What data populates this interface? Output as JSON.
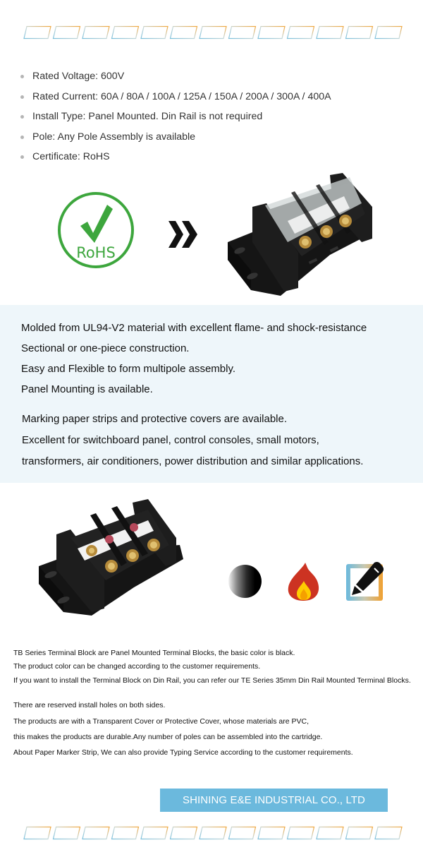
{
  "decorations": {
    "parallelogram_count": 13,
    "gradient_from": "#7cc0dc",
    "gradient_to": "#f0a840"
  },
  "specs": [
    {
      "label": "Rated Voltage: 600V"
    },
    {
      "label": "Rated Current: 60A / 80A / 100A / 125A / 150A / 200A / 300A / 400A"
    },
    {
      "label": "Install Type: Panel Mounted. Din Rail is not required"
    },
    {
      "label": "Pole: Any Pole Assembly is available"
    },
    {
      "label": "Certificate: RoHS"
    }
  ],
  "certification": {
    "badge_text": "RoHS",
    "badge_color": "#3da63d",
    "icon": "rohs-check-icon",
    "arrow_icon": "double-chevron-right-icon"
  },
  "features": {
    "lines": [
      "Molded from UL94-V2 material with excellent flame- and shock-resistance",
      "Sectional or one-piece construction.",
      "Easy and Flexible to form multipole assembly.",
      "Panel Mounting is available."
    ],
    "applications": [
      "Marking paper strips and protective covers are available.",
      "Excellent for switchboard panel, control consoles, small motors,",
      "transformers, air conditioners, power distribution and similar applications."
    ],
    "background": "#eef6fa"
  },
  "feature_icons": [
    {
      "name": "black-color-icon",
      "meaning": "basic color black"
    },
    {
      "name": "flame-icon",
      "meaning": "flame resistance"
    },
    {
      "name": "edit-icon",
      "meaning": "customizable"
    }
  ],
  "description": {
    "color_info": [
      "TB Series Terminal Block are Panel Mounted Terminal Blocks, the basic color is black.",
      "The product color can be changed according to the customer requirements.",
      "If you want to install the Terminal Block on Din Rail, you can refer our TE Series 35mm Din Rail Mounted Terminal Blocks."
    ],
    "structure_info": [
      "There are reserved install holes on both sides.",
      "The products are with a Transparent Cover or Protective Cover, whose materials are PVC,",
      "this makes the products are durable.Any number of poles can be assembled into the cartridge.",
      "About Paper Marker Strip, We can also provide Typing Service according to the customer requirements."
    ]
  },
  "company": {
    "name": "SHINING E&E INDUSTRIAL CO., LTD",
    "color": "#6bb9dd"
  }
}
